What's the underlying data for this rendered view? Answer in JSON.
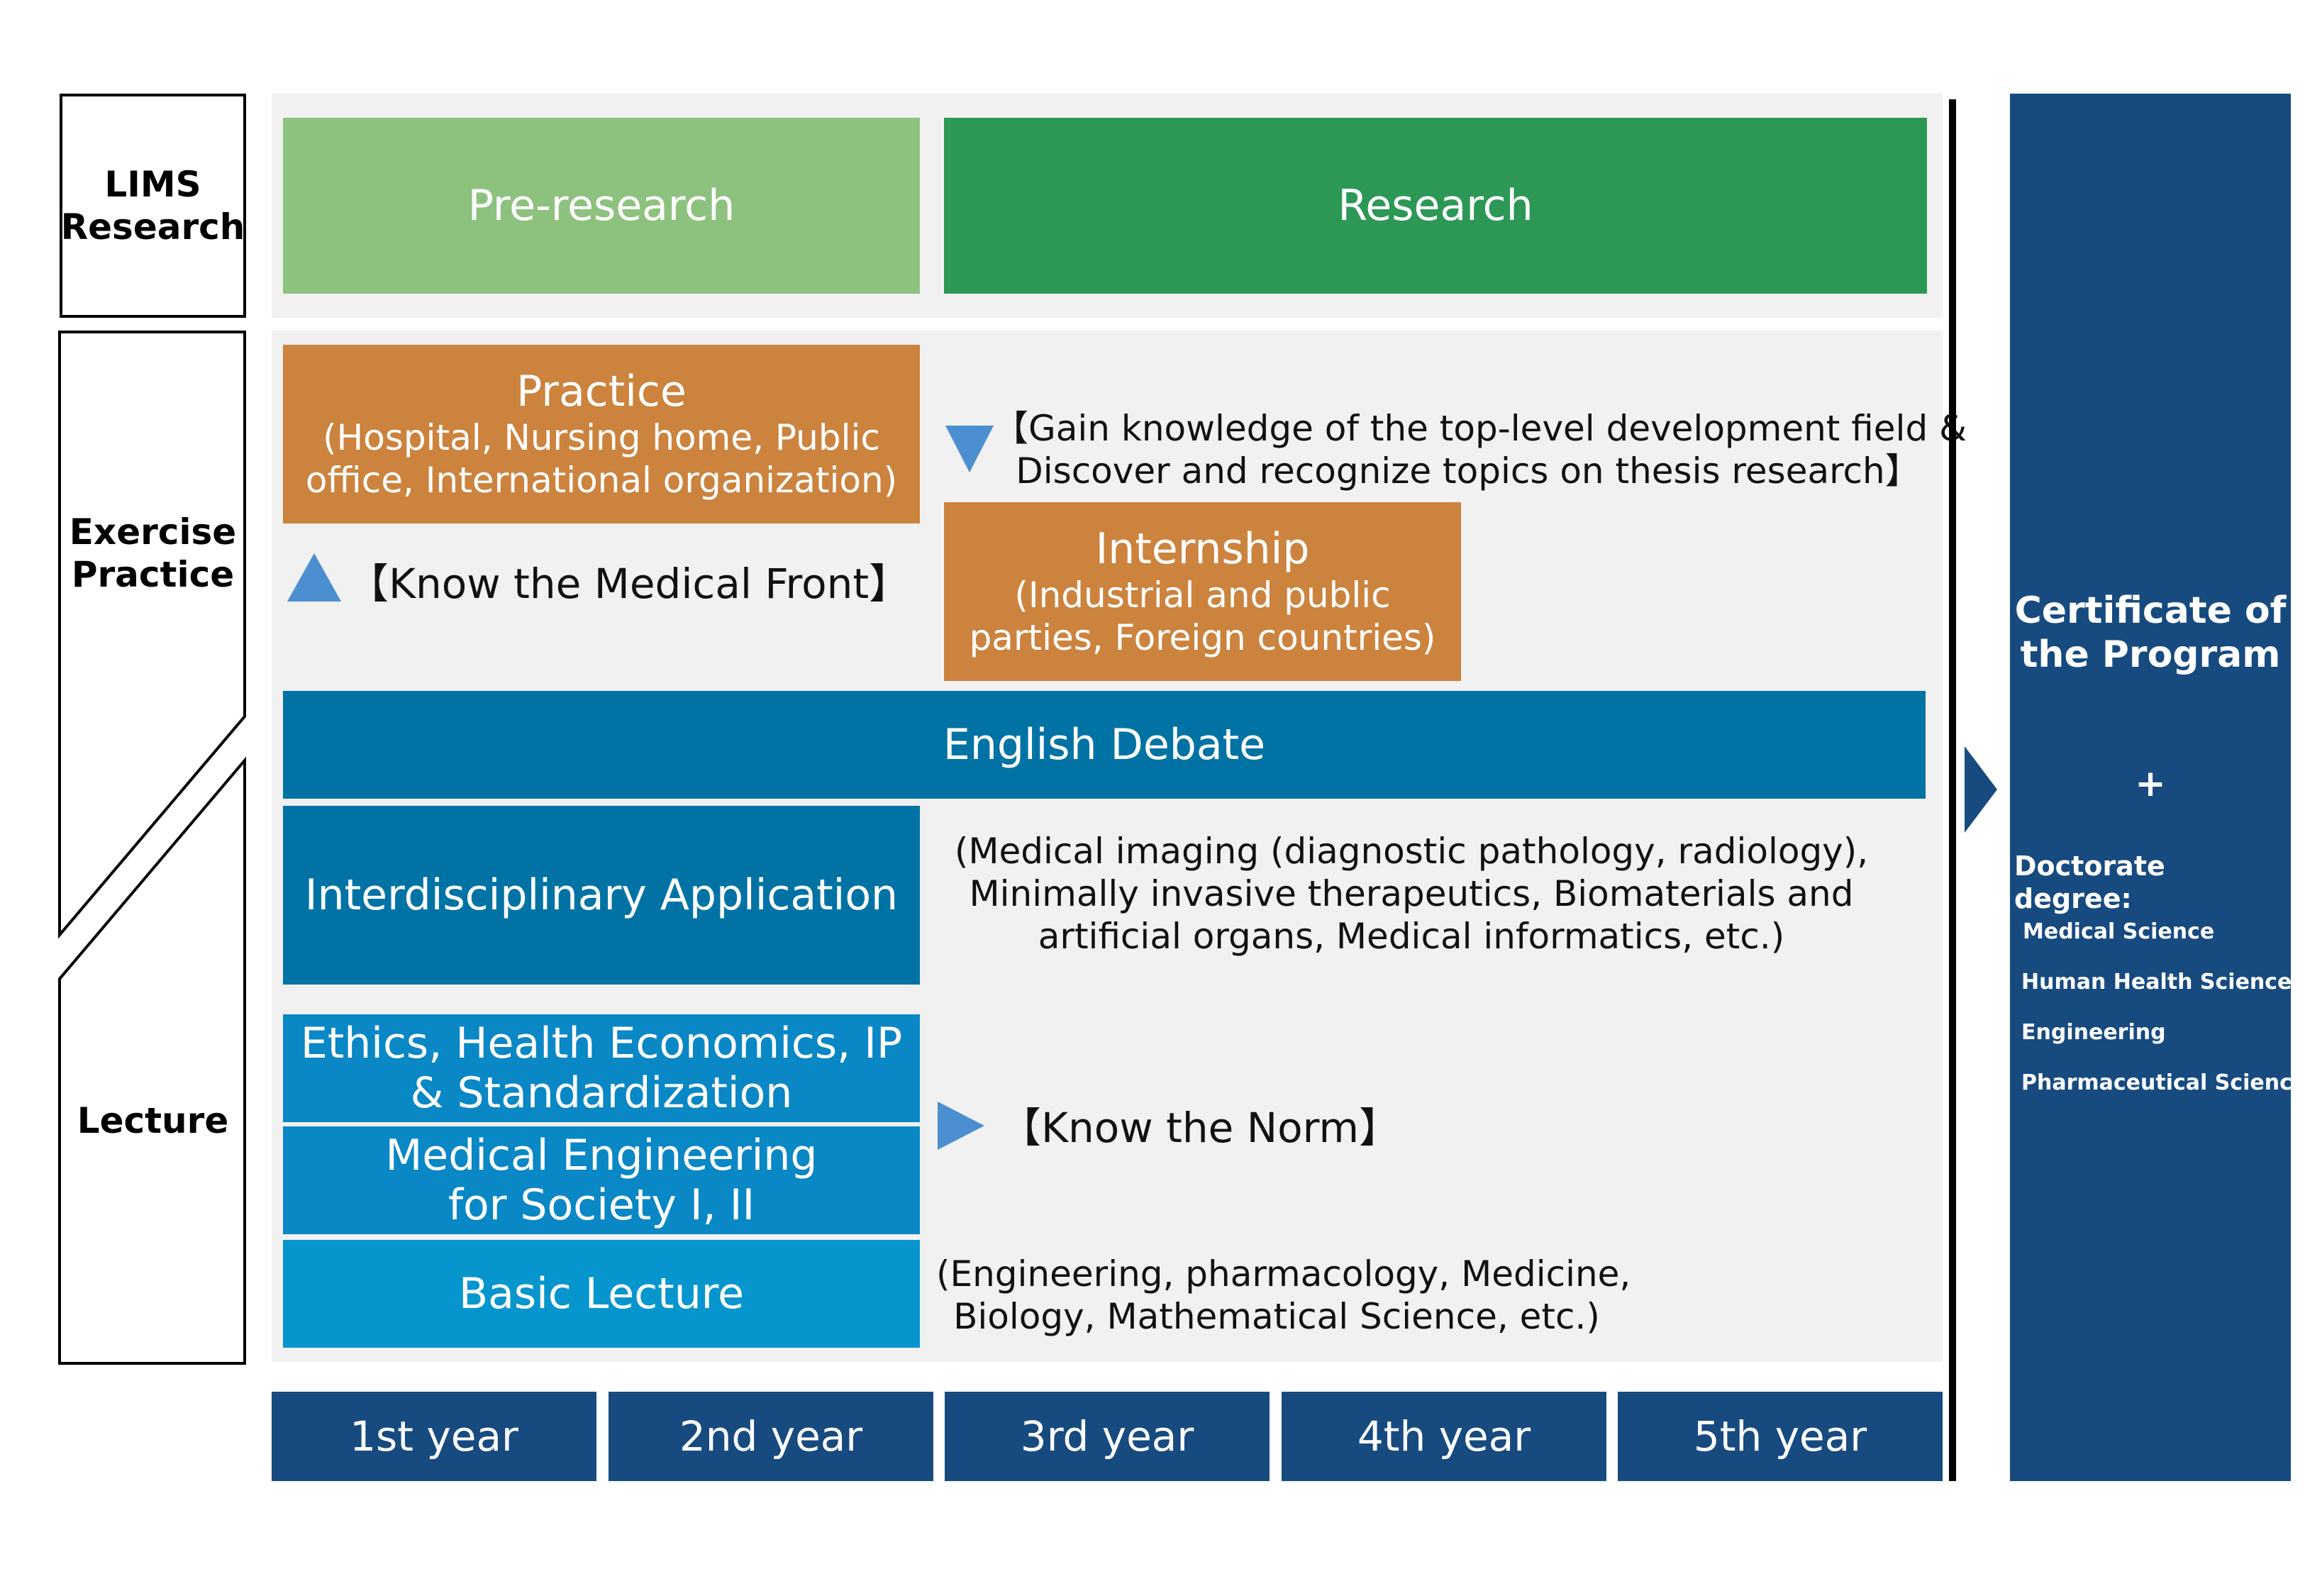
{
  "rows": {
    "research_label": [
      "LIMS",
      "Research"
    ],
    "exercise_label": [
      "Exercise",
      "Practice"
    ],
    "lecture_label": "Lecture"
  },
  "research": {
    "pre": "Pre-research",
    "main": "Research"
  },
  "exercise": {
    "practice_title": "Practice",
    "practice_sub": [
      "(Hospital, Nursing home, Public",
      "office, International organization)"
    ],
    "know_front": "【Know the Medical Front】",
    "gain_knowledge": [
      "【Gain knowledge of the top-level development field &",
      "Discover and recognize topics on thesis research】"
    ],
    "internship_title": "Internship",
    "internship_sub": [
      "(Industrial and public",
      "parties, Foreign countries)"
    ],
    "english_debate": "English Debate"
  },
  "lecture": {
    "interdisciplinary": "Interdisciplinary Application",
    "interdisciplinary_note": [
      "(Medical imaging (diagnostic pathology, radiology),",
      "Minimally invasive therapeutics, Biomaterials and",
      "artificial organs, Medical informatics, etc.)"
    ],
    "ethics": [
      "Ethics, Health Economics, IP",
      "& Standardization"
    ],
    "medeng": [
      "Medical Engineering",
      "for Society I, II"
    ],
    "know_norm": "【Know the Norm】",
    "basic": "Basic Lecture",
    "basic_note": [
      "(Engineering, pharmacology, Medicine,",
      "Biology, Mathematical Science, etc.)"
    ]
  },
  "years": [
    "1st year",
    "2nd year",
    "3rd year",
    "4th year",
    "5th year"
  ],
  "certificate": {
    "title": [
      "Certificate of",
      "the Program"
    ],
    "plus": "+",
    "doctorate": "Doctorate degree:",
    "degrees": [
      "Medical Science",
      "Human Health Science",
      "Engineering",
      "Pharmaceutical Science"
    ]
  },
  "colors": {
    "pre_research": "#8dc27e",
    "research": "#2d9856",
    "practice": "#cc833e",
    "teal": "#0073a4",
    "lecture_blue": "#0a87c5",
    "basic_blue": "#0696cd",
    "navy": "#174b80",
    "triangle": "#4c8fd0"
  }
}
